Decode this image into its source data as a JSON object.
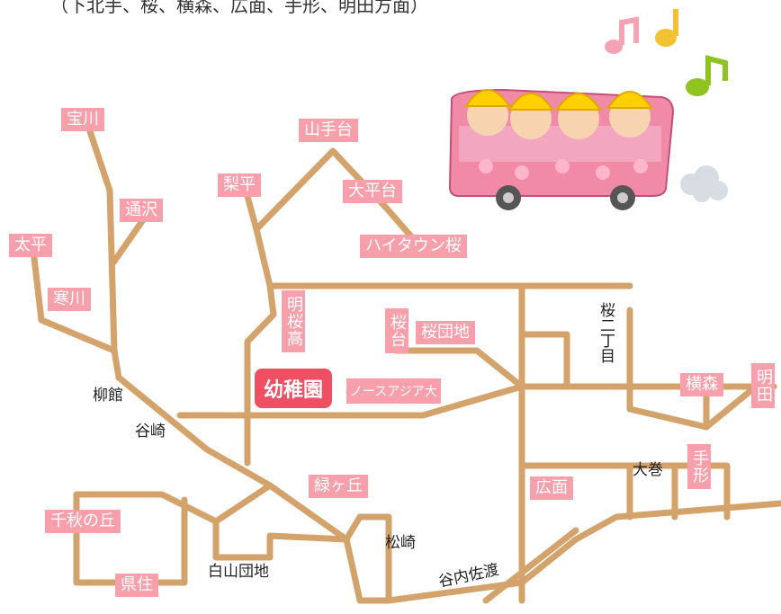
{
  "header_text": "（下北手、桜、横森、広面、手形、明田方面）",
  "kindergarten": "幼稚園",
  "north_asia": "ノースアジア大",
  "pink_labels": {
    "takarakawa": "宝川",
    "tsuzawa": "通沢",
    "taihei": "太平",
    "kanzawa": "寒川",
    "yamatedai": "山手台",
    "rihei": "梨平",
    "oohiradai": "大平台",
    "hightown": "ハイタウン桜",
    "meiokou": "明桜高",
    "sakuradai": "桜台",
    "sakuradanchi": "桜団地",
    "yokomori": "横森",
    "akita": "明田",
    "tegata": "手形",
    "hiroomote": "広面",
    "midorigaoka": "緑ヶ丘",
    "senshu": "千秋の丘",
    "kenjuu": "県住"
  },
  "plain_labels": {
    "yanagidate": "柳館",
    "yazaki": "谷崎",
    "sakura2": "桜二丁目",
    "oomaki": "大巻",
    "matsuzaki": "松崎",
    "hakusan": "白山団地",
    "yachisado": "谷内佐渡"
  },
  "colors": {
    "road": "#d4a36c",
    "label_bg": "#f7a0ab",
    "kinder_bg": "#ee4f63"
  },
  "icons": [
    "music-note-pink-icon",
    "music-note-yellow-icon",
    "music-note-green-icon",
    "school-bus-icon",
    "exhaust-cloud-icon"
  ]
}
